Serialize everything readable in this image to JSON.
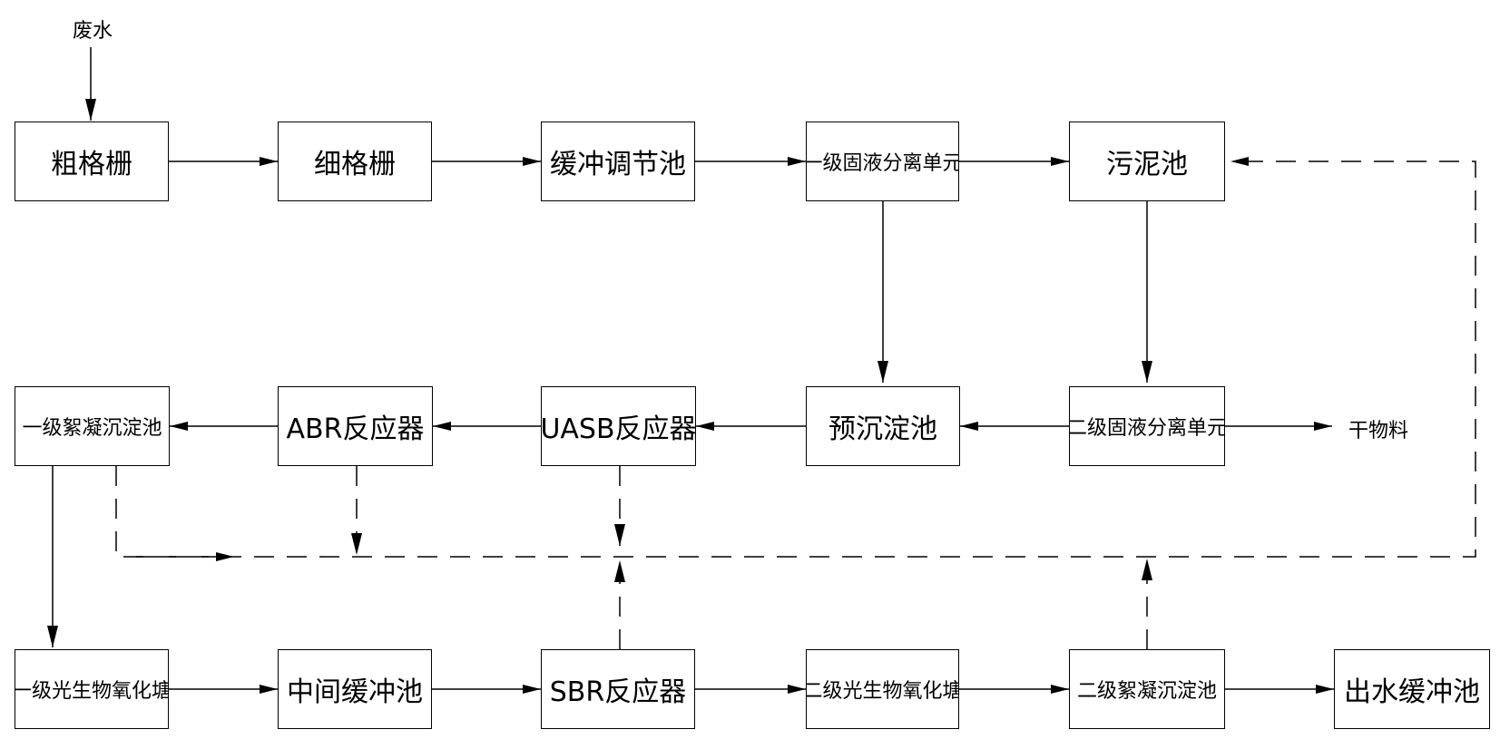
{
  "input_label": "废水",
  "output_label": "干物料",
  "nodes": {
    "coarse_screen": "粗格栅",
    "fine_screen": "细格栅",
    "buffer_equalization_tank": "缓冲调节池",
    "primary_solid_liquid_separation": "一级固液分离单元",
    "sludge_tank": "污泥池",
    "primary_flocculation_sedimentation": "一级絮凝沉淀池",
    "abr_reactor": "ABR反应器",
    "uasb_reactor": "UASB反应器",
    "pre_sedimentation_tank": "预沉淀池",
    "secondary_solid_liquid_separation": "二级固液分离单元",
    "primary_photobio_oxidation_pond": "一级光生物氧化塘",
    "intermediate_buffer_tank": "中间缓冲池",
    "sbr_reactor": "SBR反应器",
    "secondary_photobio_oxidation_pond": "二级光生物氧化塘",
    "secondary_flocculation_sedimentation": "二级絮凝沉淀池",
    "effluent_buffer_tank": "出水缓冲池"
  }
}
